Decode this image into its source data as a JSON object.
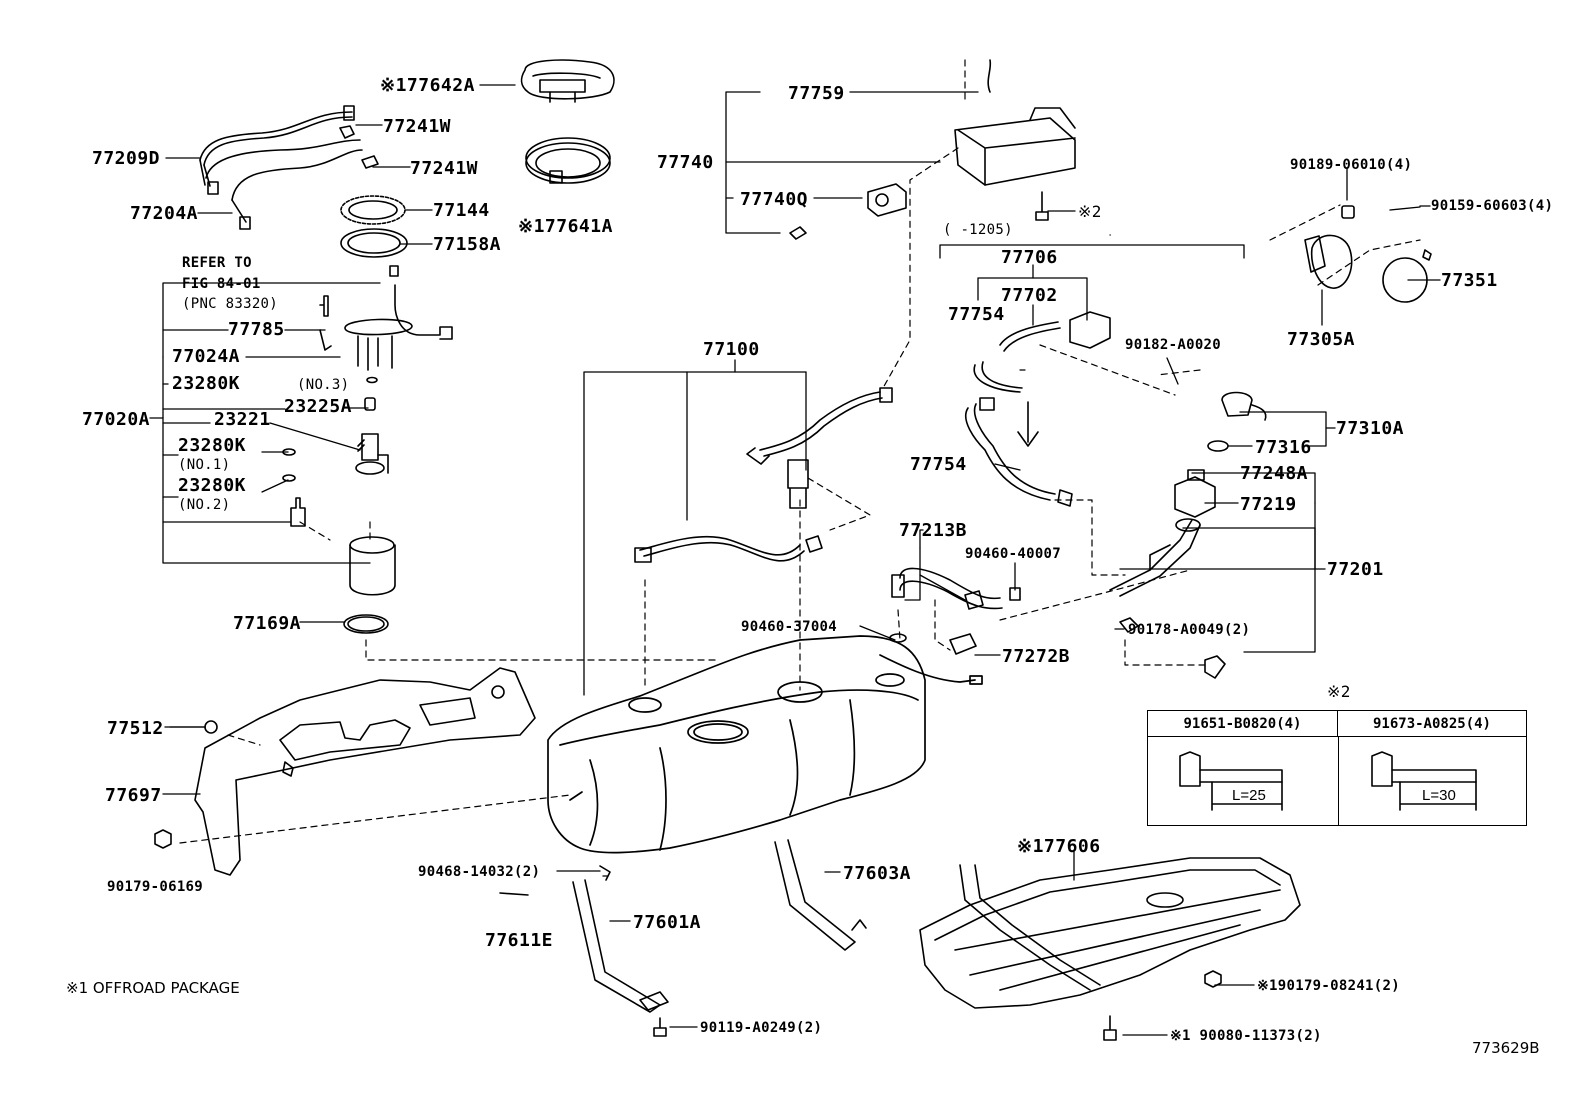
{
  "diagram_code": "773629B",
  "footnote": "※1 OFFROAD PACKAGE",
  "refer": {
    "line1": "REFER TO",
    "line2": "FIG 84-01",
    "line3": "(PNC 83320)"
  },
  "date_range": "(   -1205)",
  "parts": {
    "p77642A": "※177642A",
    "p77241W_a": "77241W",
    "p77241W_b": "77241W",
    "p77209D": "77209D",
    "p77204A": "77204A",
    "p77144": "77144",
    "p77641A": "※177641A",
    "p77158A": "77158A",
    "p77785": "77785",
    "p77024A": "77024A",
    "p23280K_no3": "23280K",
    "no3": "(NO.3)",
    "p23225A": "23225A",
    "p77020A": "77020A",
    "p23221": "23221",
    "p23280K_no1": "23280K",
    "no1": "(NO.1)",
    "p23280K_no2": "23280K",
    "no2": "(NO.2)",
    "p77169A": "77169A",
    "p77512": "77512",
    "p77697": "77697",
    "p90179_06169": "90179-06169",
    "p77759": "77759",
    "p77740": "77740",
    "p77740Q": "77740Q",
    "mark2": "※2",
    "p77706": "77706",
    "p77702": "77702",
    "p77754_a": "77754",
    "p90182_A0020": "90182-A0020",
    "p77754_b": "77754",
    "p77100": "77100",
    "p90189_06010": "90189-06010(4)",
    "p90159_60603": "90159-60603(4)",
    "p77351": "77351",
    "p77305A": "77305A",
    "p77310A": "77310A",
    "p77316": "77316",
    "p77248A": "77248A",
    "p77219": "77219",
    "p77201": "77201",
    "p77213B": "77213B",
    "p90460_40007": "90460-40007",
    "p90460_37004": "90460-37004",
    "p77272B": "77272B",
    "p90178_A0049": "90178-A0049(2)",
    "table_mark": "※2",
    "p90468_14032": "90468-14032(2)",
    "p77603A": "77603A",
    "p77611E": "77611E",
    "p77601A": "77601A",
    "p90119_A0249": "90119-A0249(2)",
    "p77606": "※177606",
    "p90179_08241": "※190179-08241(2)",
    "p90080_11373": "※1 90080-11373(2)"
  },
  "bolt_table": {
    "col1_header": "91651-B0820(4)",
    "col2_header": "91673-A0825(4)",
    "col1_length": "L=25",
    "col2_length": "L=30"
  }
}
